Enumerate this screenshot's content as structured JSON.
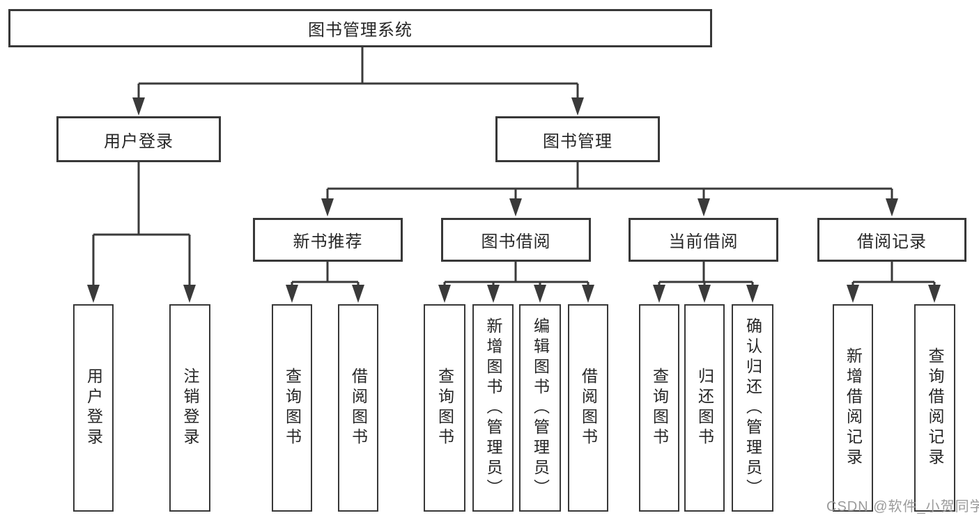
{
  "diagram": {
    "root": {
      "label": "图书管理系统"
    },
    "branches": [
      {
        "label": "用户登录",
        "children": [
          {
            "label": "用户登录"
          },
          {
            "label": "注销登录"
          }
        ]
      },
      {
        "label": "图书管理",
        "children": [
          {
            "label": "新书推荐",
            "children": [
              {
                "label": "查询图书"
              },
              {
                "label": "借阅图书"
              }
            ]
          },
          {
            "label": "图书借阅",
            "children": [
              {
                "label": "查询图书"
              },
              {
                "label": "新增图书（管理员）"
              },
              {
                "label": "编辑图书（管理员）"
              },
              {
                "label": "借阅图书"
              }
            ]
          },
          {
            "label": "当前借阅",
            "children": [
              {
                "label": "查询图书"
              },
              {
                "label": "归还图书"
              },
              {
                "label": "确认归还（管理员）"
              }
            ]
          },
          {
            "label": "借阅记录",
            "children": [
              {
                "label": "新增借阅记录"
              },
              {
                "label": "查询借阅记录"
              }
            ]
          }
        ]
      }
    ]
  },
  "watermark": {
    "text": "CSDN @软件_小贺同学"
  },
  "colors": {
    "line": "#3a3a3a",
    "box_border": "#383838",
    "text": "#262626",
    "watermark": "#9b9b9b",
    "background": "#ffffff"
  }
}
